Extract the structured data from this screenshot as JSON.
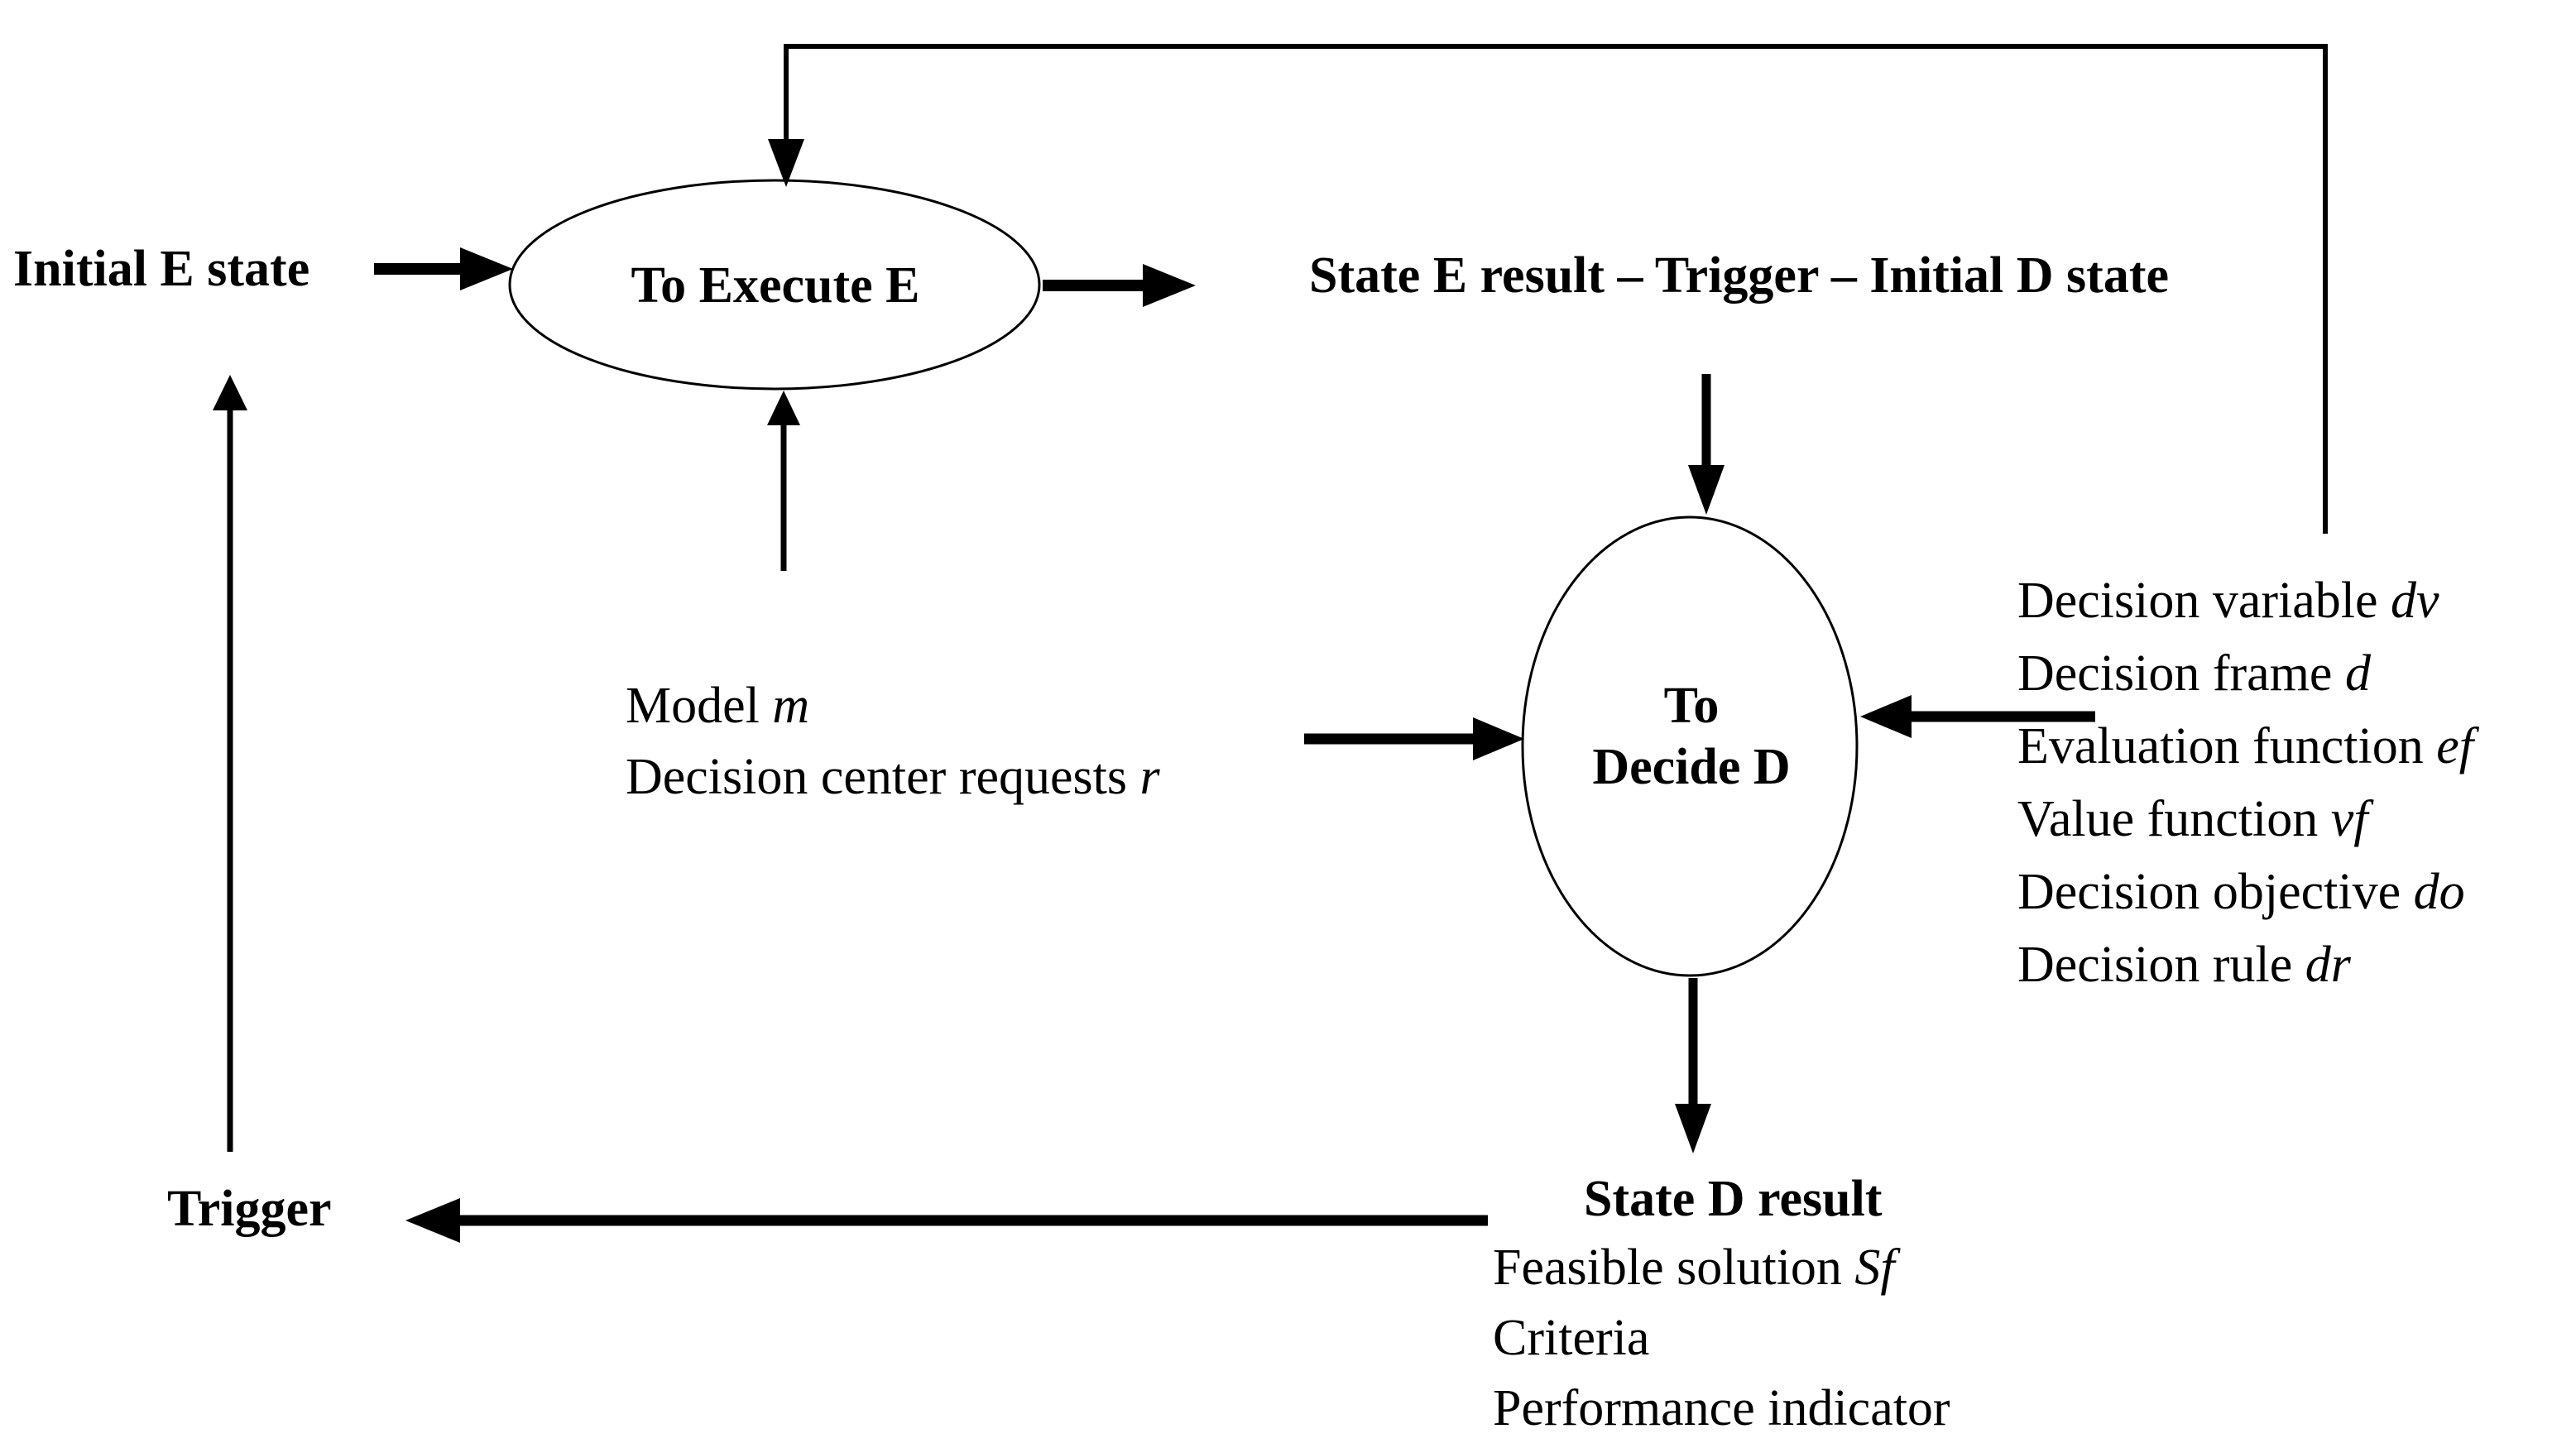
{
  "diagram": {
    "nodes": {
      "initial_e_state": "Initial E state",
      "execute_label": "To Execute E",
      "state_e_result": "State E result – Trigger – Initial D state",
      "decide_label_line1": "To",
      "decide_label_line2": "Decide D",
      "state_d_result": "State D result",
      "trigger": "Trigger"
    },
    "execute_inputs": [
      {
        "text": "Model ",
        "var": "m"
      },
      {
        "text": "Decision center requests ",
        "var": "r"
      }
    ],
    "decide_inputs": [
      {
        "text": "Decision variable ",
        "var": "dv"
      },
      {
        "text": "Decision frame ",
        "var": "d"
      },
      {
        "text": "Evaluation function ",
        "var": "ef"
      },
      {
        "text": "Value function ",
        "var": "vf"
      },
      {
        "text": "Decision objective ",
        "var": "do"
      },
      {
        "text": "Decision rule ",
        "var": "dr"
      }
    ],
    "decide_outputs": [
      {
        "text": "Feasible solution ",
        "var": "Sf"
      },
      {
        "text": "Criteria",
        "var": ""
      },
      {
        "text": "Performance indicator",
        "var": ""
      }
    ],
    "colors": {
      "line": "#000000",
      "text": "#000000",
      "background": "#ffffff"
    }
  }
}
